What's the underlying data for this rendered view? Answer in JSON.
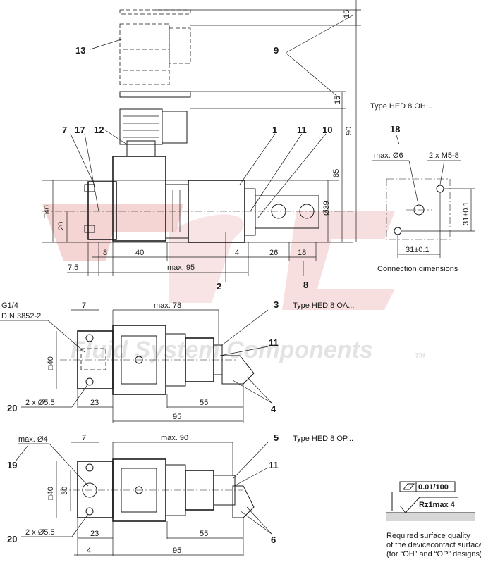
{
  "watermark": {
    "text": "Fluid System Components",
    "trademark": "TM"
  },
  "types": {
    "oh": "Type HED 8 OH...",
    "oa": "Type HED 8 OA...",
    "op": "Type HED 8 OP..."
  },
  "item_numbers": [
    "1",
    "2",
    "3",
    "4",
    "5",
    "6",
    "7",
    "8",
    "9",
    "10",
    "11",
    "12",
    "13",
    "17",
    "18",
    "19",
    "20"
  ],
  "dims_top": {
    "d15a": "15",
    "d15b": "15",
    "d90": "90",
    "d85": "85",
    "d39": "Ø39",
    "d40": "□40",
    "d20": "20",
    "d8": "8",
    "d40b": "40",
    "d4": "4",
    "d26": "26",
    "d18": "18",
    "d75": "7.5",
    "dmax95": "max. 95"
  },
  "connection": {
    "max6": "max. Ø6",
    "m5": "2 x M5-8",
    "d31v": "31±0.1",
    "d31h": "31±0.1",
    "caption": "Connection dimensions"
  },
  "dims_oa": {
    "g14": "G1/4",
    "din": "DIN 3852-2",
    "d7": "7",
    "max78": "max. 78",
    "d40": "□40",
    "holes": "2 x Ø5.5",
    "d23": "23",
    "d55": "55",
    "d95": "95"
  },
  "dims_op": {
    "max4": "max. Ø4",
    "d7": "7",
    "max90": "max. 90",
    "d40": "□40",
    "d30": "30",
    "holes": "2 x Ø5.5",
    "d23": "23",
    "d55": "55",
    "d4": "4",
    "d95": "95"
  },
  "surface": {
    "flatness": "0.01/100",
    "roughness": "Rz1max 4",
    "note1": "Required surface quality",
    "note2": "of the devicecontact surface",
    "note3": "(for “OH” and “OP” designs)"
  }
}
